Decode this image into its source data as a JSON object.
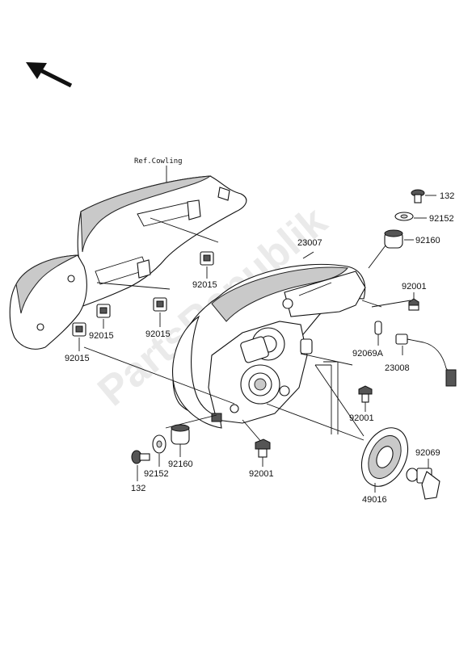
{
  "diagram": {
    "ref_label": "Ref.Cowling",
    "watermark": "PartsRepublik",
    "labels": {
      "p132_top": "132",
      "p92152_top": "92152",
      "p92160_top": "92160",
      "p23007": "23007",
      "p92001_r1": "92001",
      "p92069a": "92069A",
      "p23008": "23008",
      "p92001_r2": "92001",
      "p92069": "92069",
      "p49016": "49016",
      "p92001_bot": "92001",
      "p92160_bot": "92160",
      "p92152_bot": "92152",
      "p132_bot": "132",
      "p92015_a": "92015",
      "p92015_b": "92015",
      "p92015_c": "92015",
      "p92015_d": "92015"
    }
  }
}
